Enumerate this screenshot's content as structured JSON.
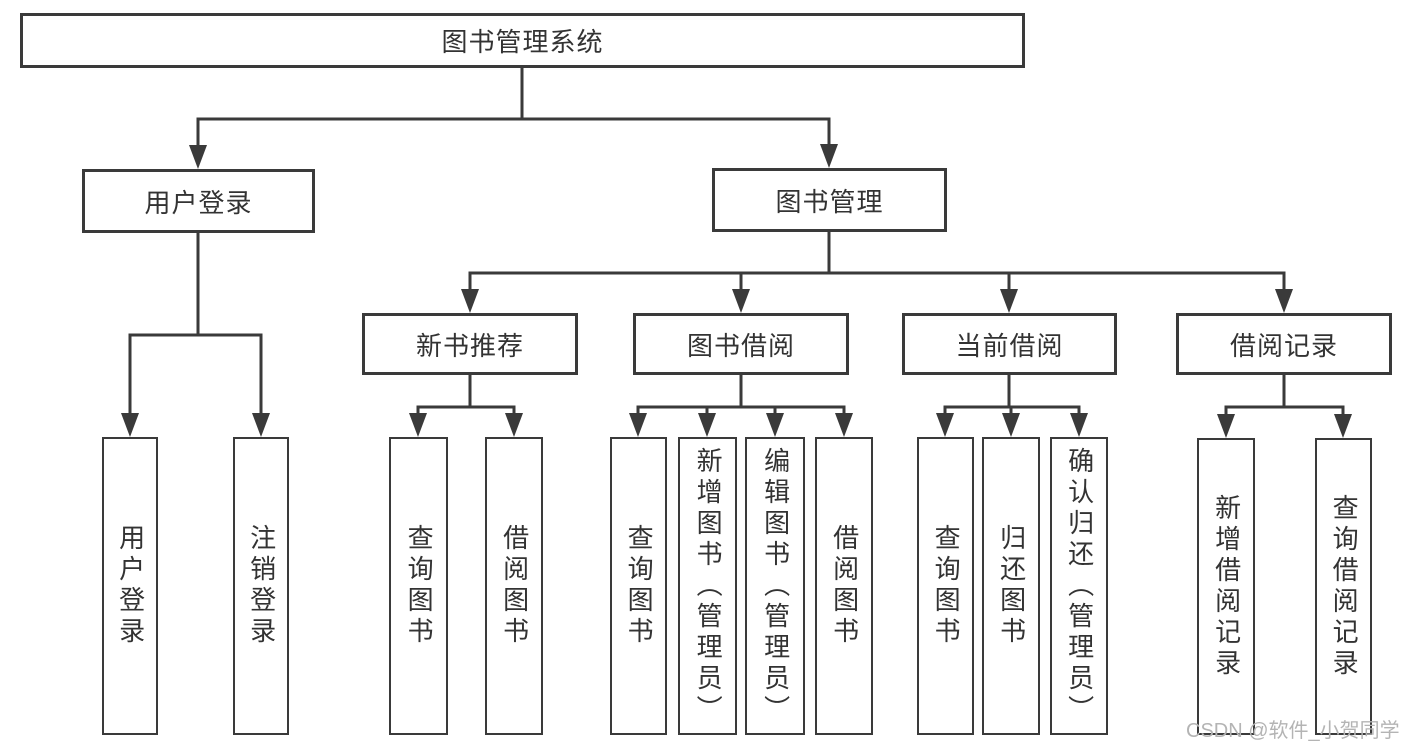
{
  "nodes": {
    "root": "图书管理系统",
    "level2": {
      "login": "用户登录",
      "mgmt": "图书管理"
    },
    "branches": {
      "recommend": "新书推荐",
      "borrow": "图书借阅",
      "current": "当前借阅",
      "records": "借阅记录"
    },
    "leaves": {
      "login": [
        "用户登录",
        "注销登录"
      ],
      "recommend": [
        "查询图书",
        "借阅图书"
      ],
      "borrow": [
        "查询图书",
        "新增图书（管理员）",
        "编辑图书（管理员）",
        "借阅图书"
      ],
      "current": [
        "查询图书",
        "归还图书",
        "确认归还（管理员）"
      ],
      "records": [
        "新增借阅记录",
        "查询借阅记录"
      ]
    }
  },
  "watermark": "CSDN @软件_小贺同学",
  "colors": {
    "line": "#3a3a3a",
    "text": "#333333",
    "watermark": "#b4b4b4",
    "background": "#ffffff"
  }
}
